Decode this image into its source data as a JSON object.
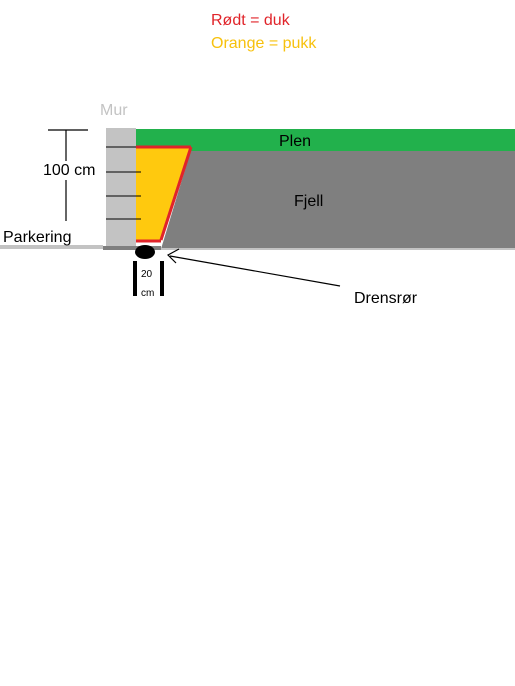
{
  "legend": {
    "red": {
      "text": "Rødt = duk",
      "color": "#e0242a"
    },
    "orange": {
      "text": "Orange = pukk",
      "color": "#f7c10d"
    }
  },
  "labels": {
    "wall": "Mur",
    "lawn": "Plen",
    "rock": "Fjell",
    "height": "100 cm",
    "parking": "Parkering",
    "drain_pipe": "Drensrør",
    "pipe_size_value": "20",
    "pipe_size_unit": "cm"
  },
  "colors": {
    "wall": "#c3c3c3",
    "wall_label": "#c3c3c3",
    "lawn": "#22b14c",
    "rock": "#7f7f7f",
    "gravel": "#ffc90e",
    "fabric": "#e0242a",
    "ground": "#c3c3c3",
    "pipe": "#000000",
    "line": "#000000"
  }
}
